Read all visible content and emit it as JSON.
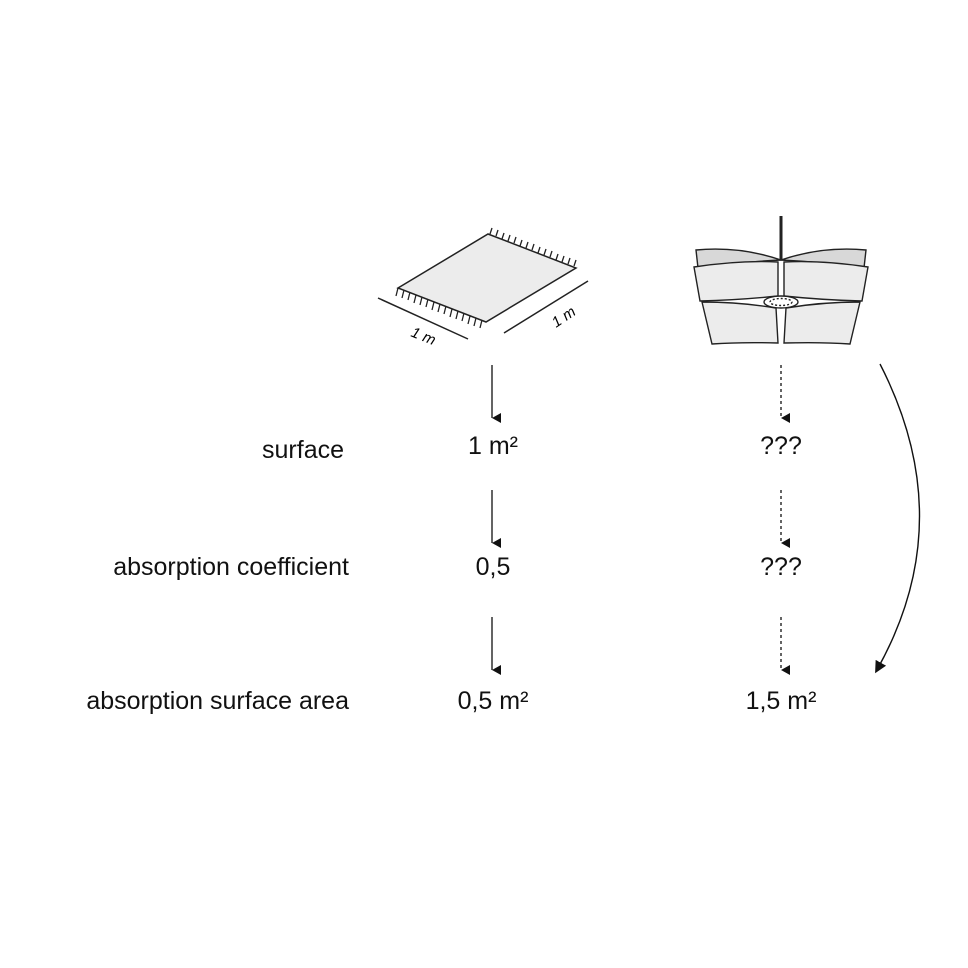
{
  "rows": [
    {
      "label": "surface",
      "left": "1 m²",
      "right": "???"
    },
    {
      "label": "absorption coefficient",
      "left": "0,5",
      "right": "???"
    },
    {
      "label": "absorption surface area",
      "left": "0,5 m²",
      "right": "1,5 m²"
    }
  ],
  "rug": {
    "dim_a": "1 m",
    "dim_b": "1 m"
  },
  "colors": {
    "line": "#111111",
    "fill": "#ececec",
    "fill_dark": "#d8d8d8"
  }
}
